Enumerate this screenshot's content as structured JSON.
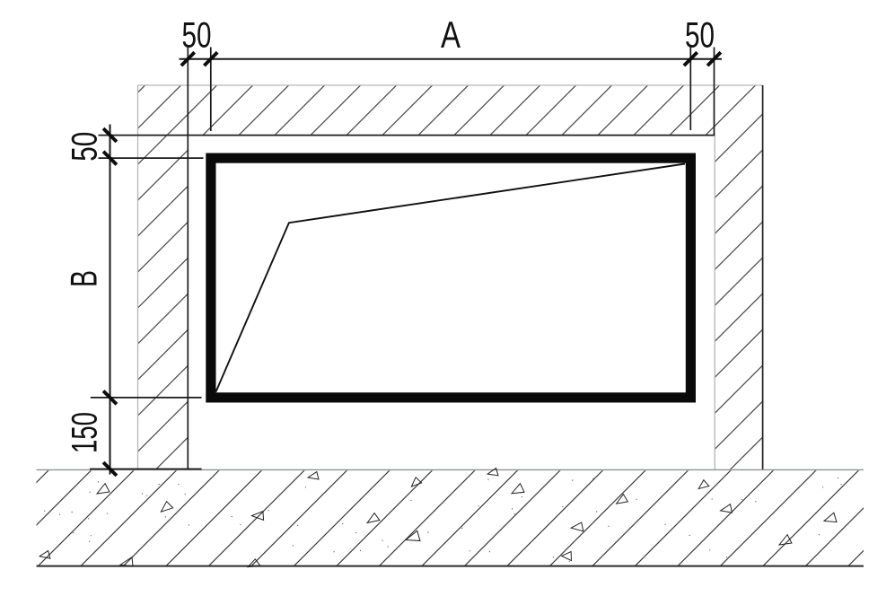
{
  "drawing": {
    "type": "architectural-section-detail",
    "description": "Wall opening section with door frame, hatched masonry walls, concrete ground and dimension lines",
    "colors": {
      "background": "#ffffff",
      "ink": "#111111",
      "frame": "#0a0a0a",
      "wall_outline_light": "#b3b6b8",
      "hatch_line": "#4a4a4a",
      "ground_line": "#8f9294"
    },
    "dimensions": {
      "top": [
        {
          "label": "50"
        },
        {
          "label": "A"
        },
        {
          "label": "50"
        }
      ],
      "left": [
        {
          "label": "50"
        },
        {
          "label": "B"
        },
        {
          "label": "150"
        }
      ]
    }
  }
}
